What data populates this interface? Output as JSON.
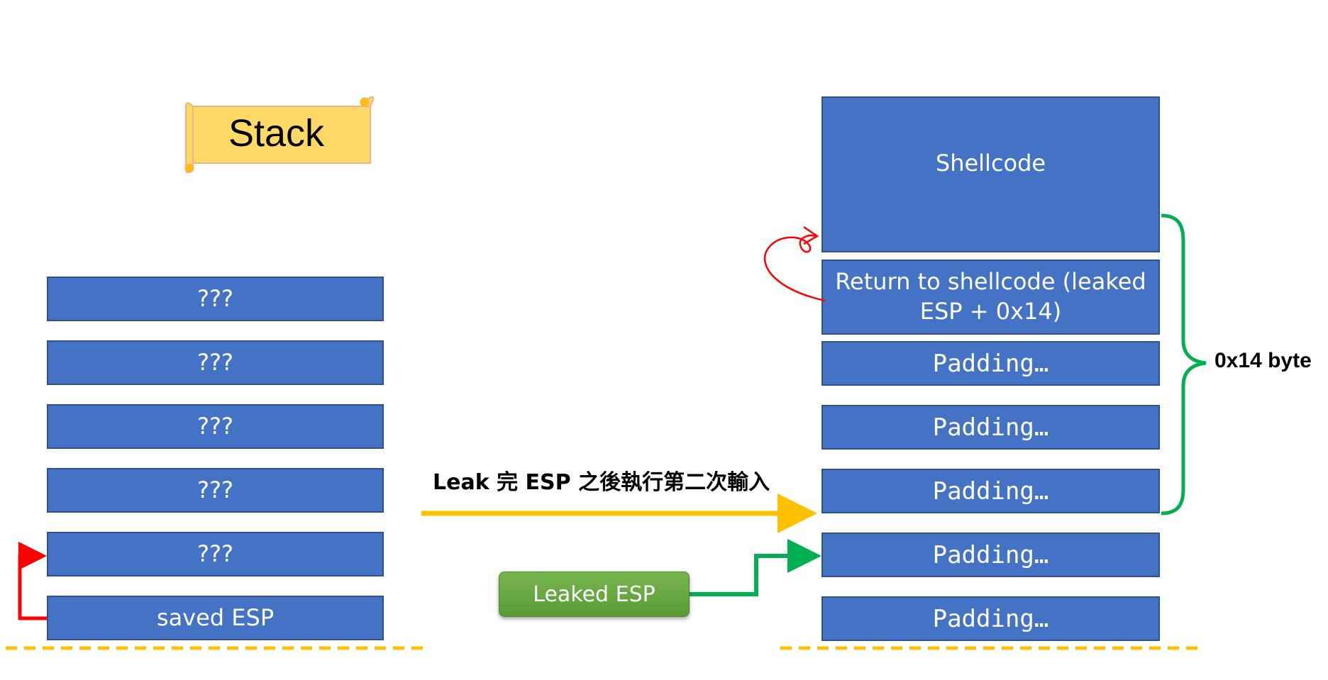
{
  "banner": {
    "title": "Stack"
  },
  "left_stack": {
    "blocks": [
      "???",
      "???",
      "???",
      "???",
      "???",
      "saved ESP"
    ]
  },
  "right_stack": {
    "shellcode": "Shellcode",
    "return_line1": "Return to shellcode (leaked",
    "return_line2": "ESP + 0x14)",
    "padding": [
      "Padding…",
      "Padding…",
      "Padding…",
      "Padding…",
      "Padding…"
    ]
  },
  "arrow_label": "Leak 完 ESP 之後執行第二次輸入",
  "leaked_button": "Leaked ESP",
  "brace_label": "0x14 byte",
  "colors": {
    "block": "#4472C4",
    "banner": "#FFD966",
    "arrow_yellow": "#FFC000",
    "arrow_green": "#00B050",
    "arrow_red": "#FF0000"
  }
}
